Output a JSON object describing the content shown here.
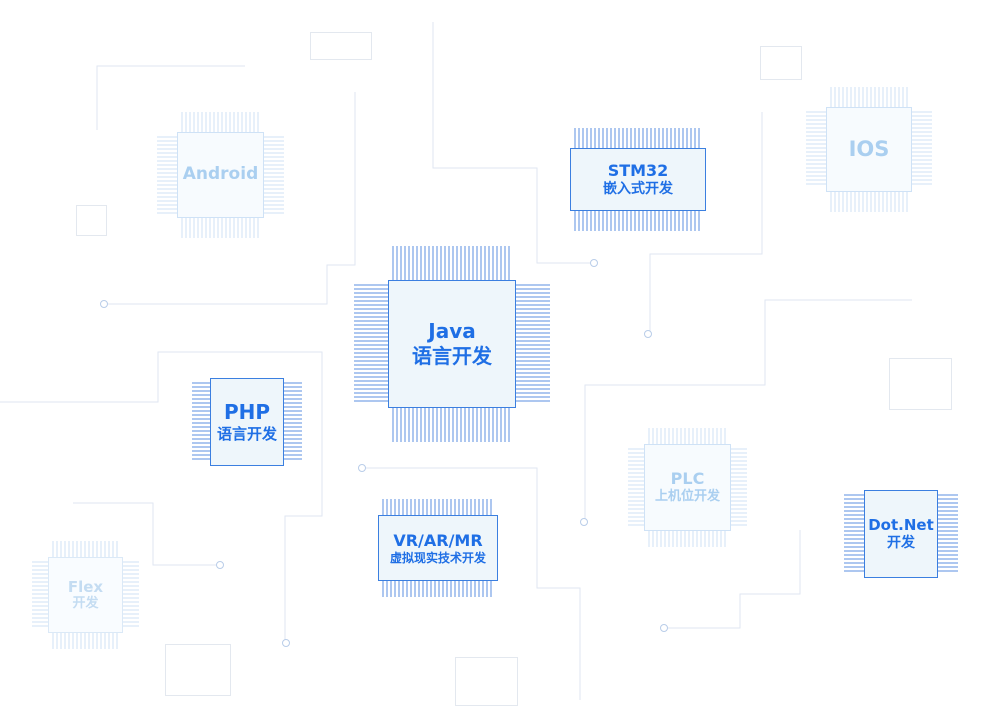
{
  "colors": {
    "strong_border": "#3b7fe0",
    "strong_text": "#1f6fe5",
    "strong_pins": "#5b8fe0",
    "faint_border": "#cfe2f6",
    "faint_text": "#aacff0",
    "faint_pins": "#cfe2f6",
    "trace": "#dfe6f2",
    "node": "#b9cde9"
  },
  "chips": {
    "android": {
      "line1": "Android"
    },
    "stm32": {
      "line1": "STM32",
      "line2": "嵌入式开发"
    },
    "ios": {
      "line1": "IOS"
    },
    "java": {
      "line1": "Java",
      "line2": "语言开发"
    },
    "php": {
      "line1": "PHP",
      "line2": "语言开发"
    },
    "plc": {
      "line1": "PLC",
      "line2": "上机位开发"
    },
    "vrarmr": {
      "line1": "VR/AR/MR",
      "line2": "虚拟现实技术开发"
    },
    "dotnet": {
      "line1": "Dot.Net",
      "line2": "开发"
    },
    "flex": {
      "line1": "Flex",
      "line2": "开发"
    }
  }
}
